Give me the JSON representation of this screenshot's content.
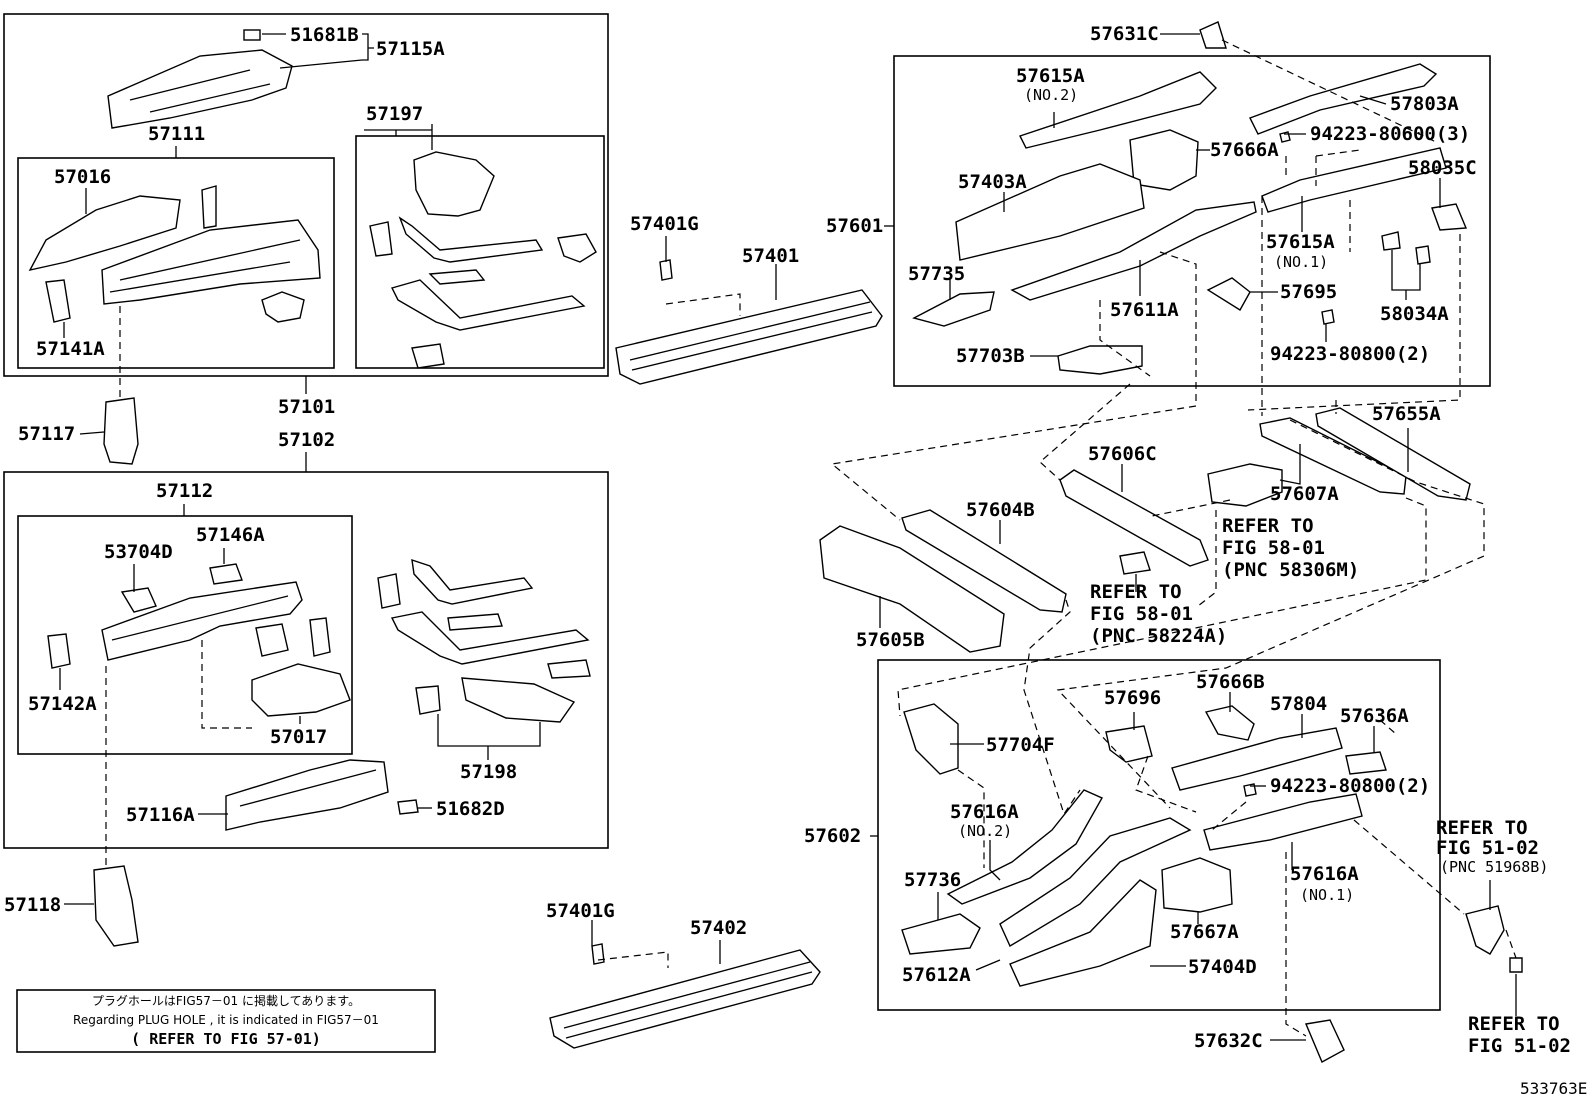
{
  "labels": {
    "p51681B": "51681B",
    "p57115A": "57115A",
    "p57111": "57111",
    "p57016": "57016",
    "p57141A": "57141A",
    "p57197": "57197",
    "p57101": "57101",
    "p57117": "57117",
    "p57102": "57102",
    "p57112": "57112",
    "p53704D": "53704D",
    "p57146A": "57146A",
    "p57142A": "57142A",
    "p57017": "57017",
    "p57198": "57198",
    "p57116A": "57116A",
    "p51682D": "51682D",
    "p57118": "57118",
    "p57401G_a": "57401G",
    "p57401": "57401",
    "p57401G_b": "57401G",
    "p57402": "57402",
    "p57631C": "57631C",
    "p57615A_2": "57615A",
    "p57615A_2sub": "(NO.2)",
    "p57803A": "57803A",
    "p94223_80600": "94223-80600(3)",
    "p57666A": "57666A",
    "p57403A": "57403A",
    "p58035C": "58035C",
    "p57601": "57601",
    "p57615A_1": "57615A",
    "p57615A_1sub": "(NO.1)",
    "p57735": "57735",
    "p57695": "57695",
    "p57611A": "57611A",
    "p58034A": "58034A",
    "p57703B": "57703B",
    "p94223_80800a": "94223-80800(2)",
    "p57655A": "57655A",
    "p57606C": "57606C",
    "p57607A": "57607A",
    "p57604B": "57604B",
    "p57605B": "57605B",
    "p57696": "57696",
    "p57666B": "57666B",
    "p57804": "57804",
    "p57636A": "57636A",
    "p57704F": "57704F",
    "p94223_80800b": "94223-80800(2)",
    "p57602": "57602",
    "p57616A_2": "57616A",
    "p57616A_2sub": "(NO.2)",
    "p57616A_1": "57616A",
    "p57616A_1sub": "(NO.1)",
    "p57736": "57736",
    "p57667A": "57667A",
    "p57612A": "57612A",
    "p57404D": "57404D",
    "p57632C": "57632C"
  },
  "refers": {
    "r58306": [
      "REFER TO",
      "FIG 58-01",
      "(PNC 58306M)"
    ],
    "r58224": [
      "REFER TO",
      "FIG 58-01",
      "(PNC 58224A)"
    ],
    "r51968": [
      "REFER TO",
      "FIG 51-02",
      "(PNC 51968B)"
    ],
    "r5102": [
      "REFER TO",
      "FIG 51-02"
    ]
  },
  "note": {
    "line1": "プラグホールはFIG57－01 に掲載してあります。",
    "line2": "Regarding PLUG HOLE , it is indicated in FIG57－01",
    "line3": "( REFER TO FIG 57-01)"
  },
  "sheet_id": "533763E"
}
